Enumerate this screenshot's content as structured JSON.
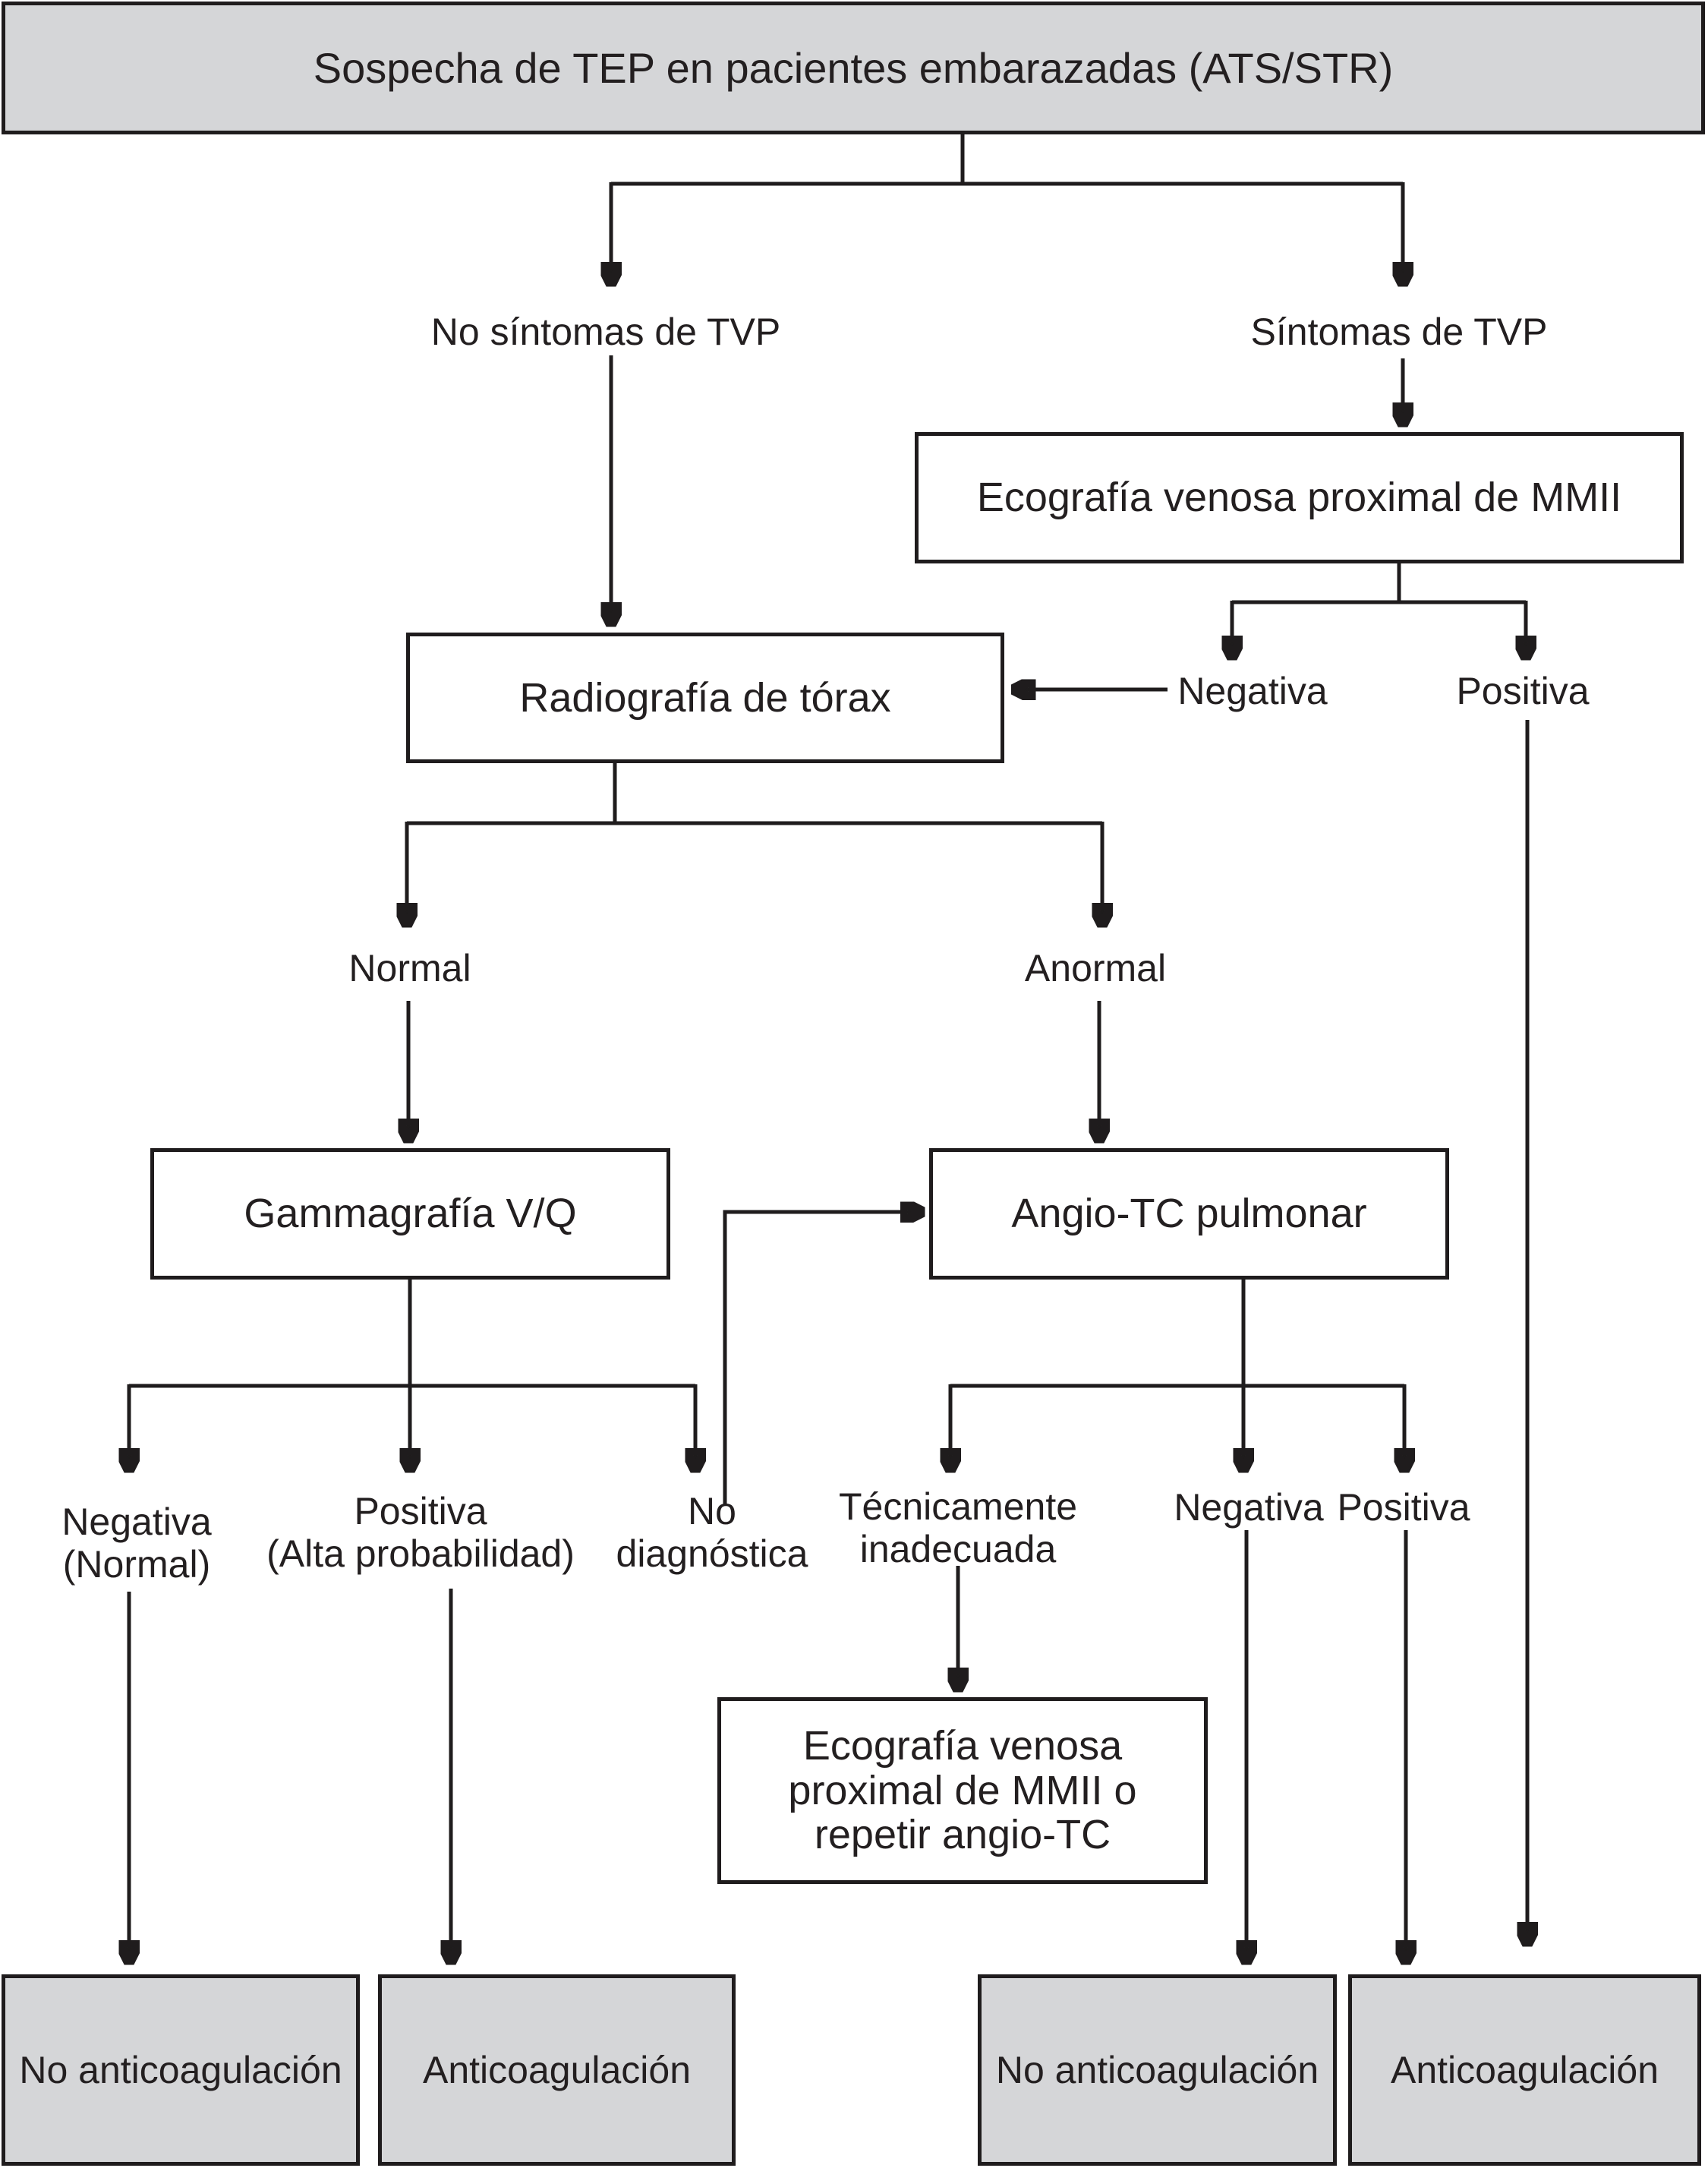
{
  "diagram": {
    "title": "Sospecha de TEP en pacientes embarazadas (ATS/STR)",
    "boxes": {
      "eco1": "Ecografía venosa proximal de MMII",
      "rx": "Radiografía de tórax",
      "gamma": "Gammagrafía V/Q",
      "angio": "Angio-TC pulmonar",
      "eco2": "Ecografía venosa\nproximal de MMII o\nrepetir angio-TC",
      "outcome1": "No anticoagulación",
      "outcome2": "Anticoagulación",
      "outcome3": "No anticoagulación",
      "outcome4": "Anticoagulación"
    },
    "labels": {
      "no_tvp": "No síntomas de TVP",
      "tvp": "Síntomas de TVP",
      "eco_negativa": "Negativa",
      "eco_positiva": "Positiva",
      "rx_normal": "Normal",
      "rx_anormal": "Anormal",
      "gamma_negativa": "Negativa\n(Normal)",
      "gamma_positiva": "Positiva\n(Alta probabilidad)",
      "gamma_no_diagnostica": "No\ndiagnóstica",
      "angio_inadecuada": "Técnicamente\ninadecuada",
      "angio_negativa": "Negativa",
      "angio_positiva": "Positiva"
    },
    "colors": {
      "node_fill_gray": "#d5d6d8",
      "node_fill_white": "#ffffff",
      "line_black": "#1f1c1d"
    }
  }
}
